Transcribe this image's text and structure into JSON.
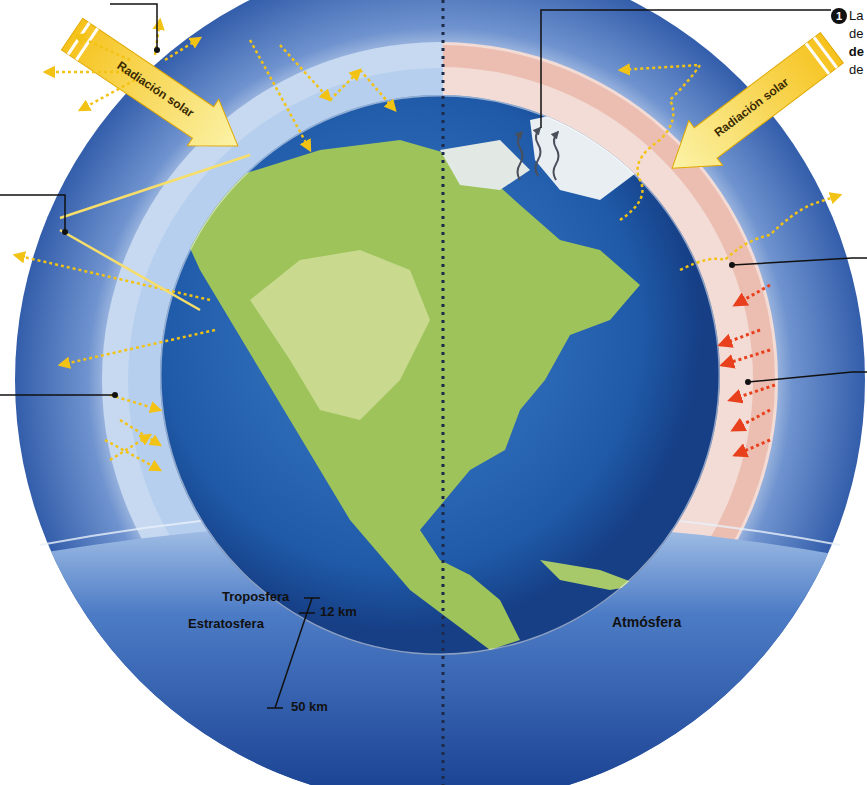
{
  "diagram": {
    "labels": [
      "Radiación solar",
      "Radiación solar",
      "1",
      "La",
      "de",
      "de",
      "de",
      "Troposfera",
      "Estratosfera",
      "12 km",
      "50 km",
      "Atmósfera"
    ]
  }
}
